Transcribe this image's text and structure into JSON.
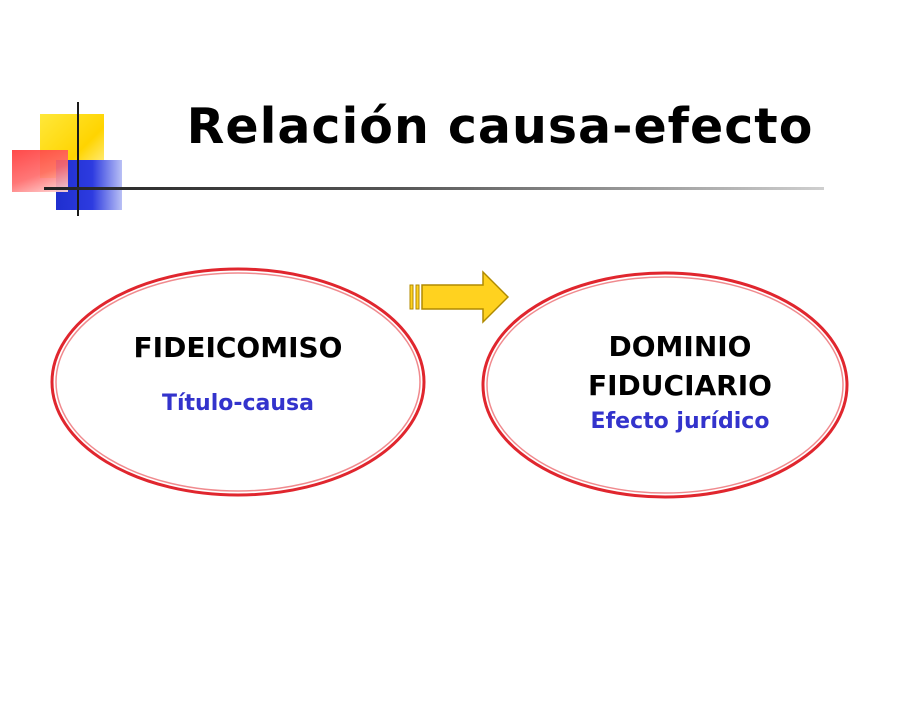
{
  "slide": {
    "title": "Relación causa-efecto"
  },
  "nodes": {
    "left": {
      "label": "FIDEICOMISO",
      "sublabel": "Título-causa"
    },
    "right": {
      "label_line1": "DOMINIO",
      "label_line2": "FIDUCIARIO",
      "sublabel": "Efecto jurídico"
    }
  },
  "colors": {
    "ellipse_stroke": "#e0262e",
    "arrow_fill": "#ffd21f",
    "arrow_stroke": "#b08a00",
    "sublabel_text": "#3333cc",
    "deco_yellow": "#ffd400",
    "deco_blue": "#1f2fcf",
    "deco_red": "#ff3a3a"
  },
  "icons": {
    "connector": "right-arrow-icon"
  }
}
